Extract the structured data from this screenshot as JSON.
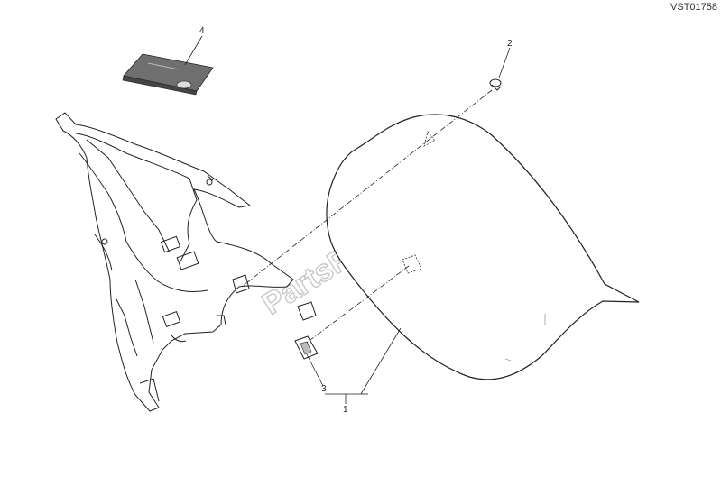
{
  "diagram": {
    "reference_code": "VST01758",
    "watermark_text": "PartsRepublik",
    "callouts": [
      {
        "id": "c1",
        "label": "1"
      },
      {
        "id": "c2",
        "label": "2"
      },
      {
        "id": "c3",
        "label": "3"
      },
      {
        "id": "c4",
        "label": "4"
      }
    ],
    "colors": {
      "line": "#222222",
      "watermark": "#c9c9c9",
      "label_kit": "#666666"
    }
  }
}
